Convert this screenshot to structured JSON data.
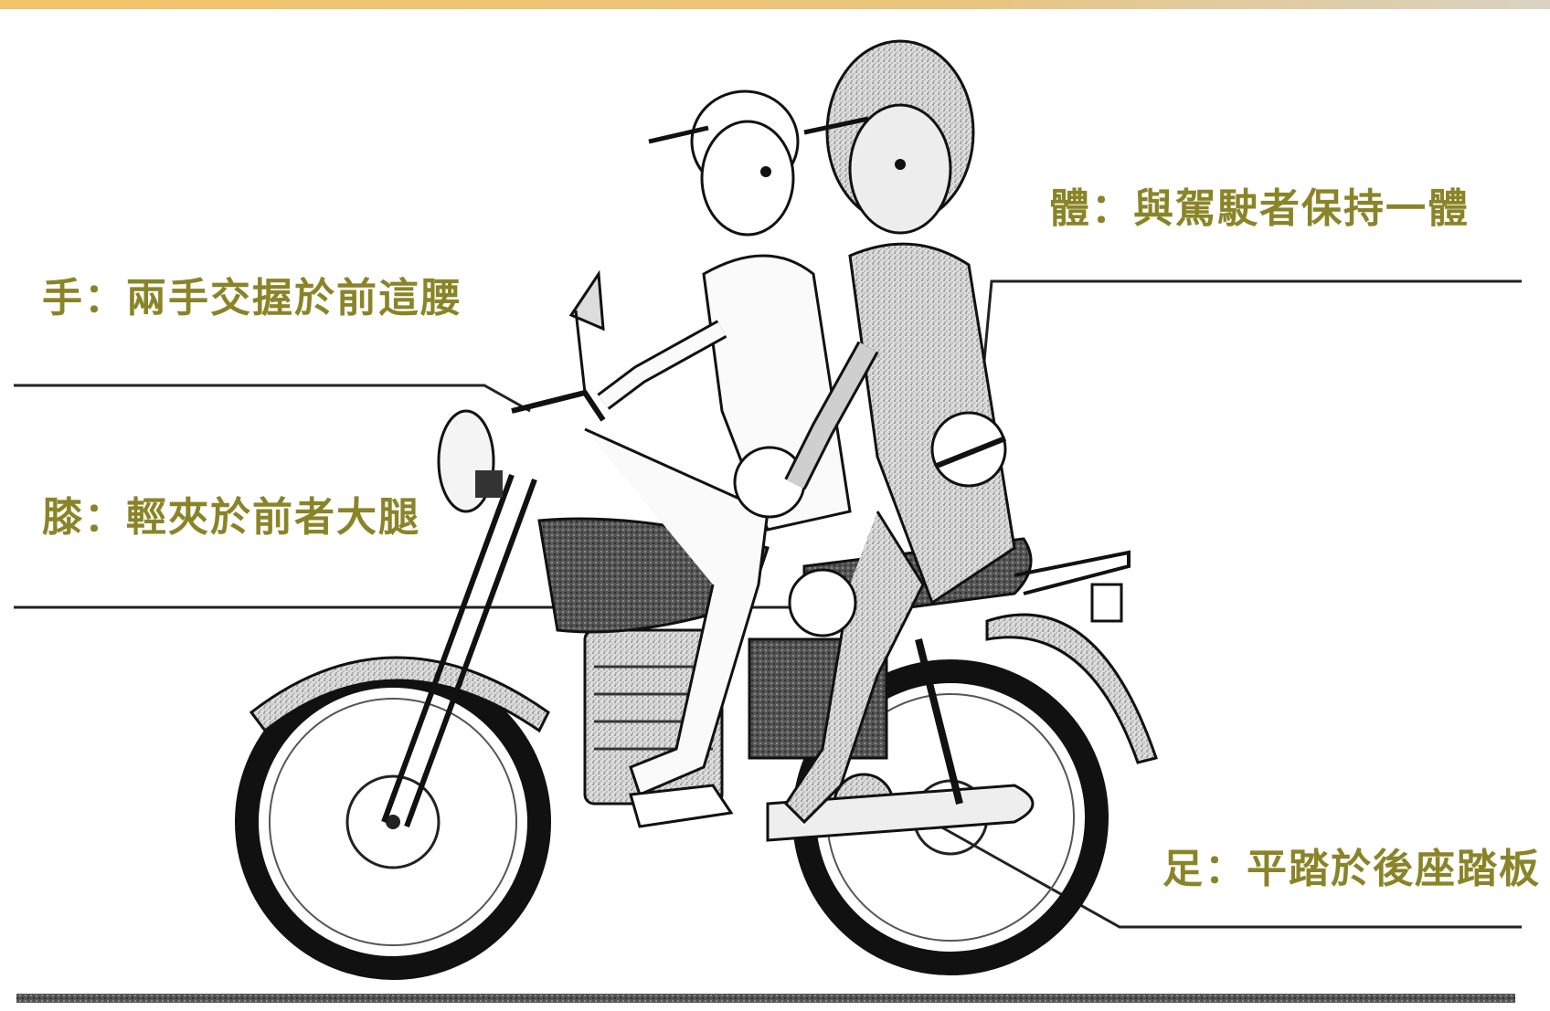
{
  "labels": {
    "hand": "手：兩手交握於前這腰",
    "knee": "膝：輕夾於前者大腿",
    "body": "體：與駕駛者保持一體",
    "foot": "足：平踏於後座踏板"
  },
  "colors": {
    "label_text": "#8a8428",
    "top_bar": "#f2c46a",
    "line_art": "#111111",
    "shade": "#8c8c8c"
  }
}
